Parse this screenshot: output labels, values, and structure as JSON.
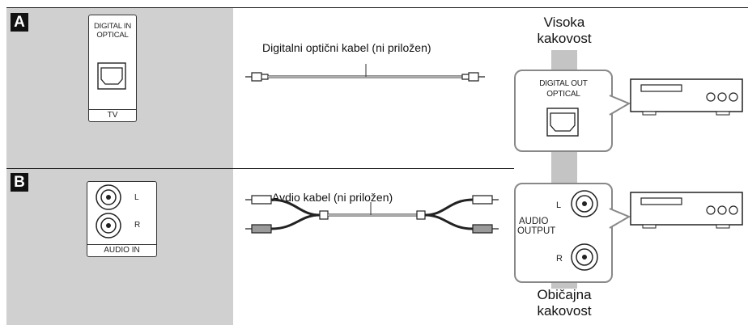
{
  "section_a": {
    "badge": "A",
    "tv_jack_title_line1": "DIGITAL IN",
    "tv_jack_title_line2": "OPTICAL",
    "tv_jack_footer": "TV",
    "cable_label": "Digitalni optični kabel (ni priložen)",
    "device_jack_title_line1": "DIGITAL OUT",
    "device_jack_title_line2": "OPTICAL"
  },
  "section_b": {
    "badge": "B",
    "tv_jack_left_label": "L",
    "tv_jack_right_label": "R",
    "tv_jack_footer": "AUDIO IN",
    "cable_label": "Avdio kabel (ni priložen)",
    "device_left_label": "L",
    "device_right_label": "R",
    "device_output_line1": "AUDIO",
    "device_output_line2": "OUTPUT"
  },
  "quality": {
    "high_line1": "Visoka",
    "high_line2": "kakovost",
    "normal_line1": "Običajna",
    "normal_line2": "kakovost"
  }
}
